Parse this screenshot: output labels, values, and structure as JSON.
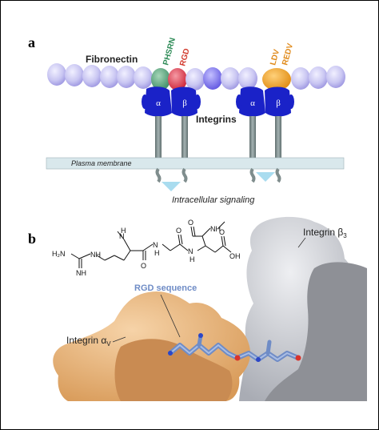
{
  "panel_a": {
    "letter": "a",
    "fibronectin_label": "Fibronectin",
    "motifs": [
      {
        "text": "PHSRN",
        "color": "#2e8b57"
      },
      {
        "text": "RGD",
        "color": "#d23b2e"
      },
      {
        "text": "LDV",
        "color": "#e08a1a"
      },
      {
        "text": "REDV",
        "color": "#e08a1a"
      }
    ],
    "alpha": "α",
    "beta": "β",
    "integrins_label": "Integrins",
    "membrane_label": "Plasma membrane",
    "signaling_label": "Intracellular signaling",
    "colors": {
      "bead": "#c9c6f2",
      "bead_dark": "#9a93e0",
      "bead_blue": "#7a70e8",
      "integrin": "#1a22c8",
      "stalk": "#7f8d8d",
      "membrane": "#d9e8ec",
      "arrow": "#a9dcef"
    }
  },
  "panel_b": {
    "letter": "b",
    "integrin_beta_label": "Integrin β",
    "integrin_beta_sub": "3",
    "integrin_alpha_label": "Integrin α",
    "integrin_alpha_sub": "V",
    "rgd_label": "RGD sequence",
    "chem_atoms": [
      "H₂N",
      "NH",
      "N",
      "H",
      "N",
      "H",
      "N",
      "H",
      "O",
      "O",
      "NH",
      "O",
      "OH"
    ],
    "colors": {
      "alpha_surface": "#e7b27a",
      "beta_surface": "#c9cbd0",
      "peptide": "#6f8cc6",
      "rgd_text": "#6f8cc6"
    }
  }
}
